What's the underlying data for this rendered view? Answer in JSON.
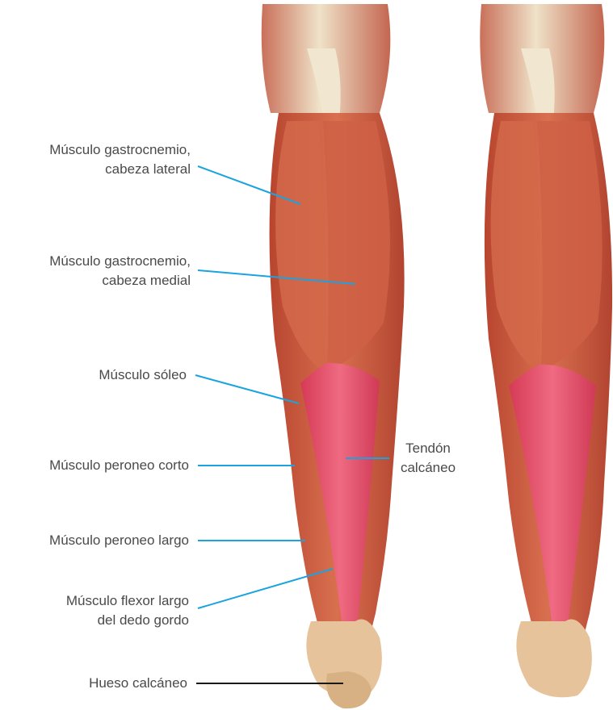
{
  "colors": {
    "leader_line": "#1aa3e0",
    "bone_leader_line": "#1a1a1a",
    "muscle": "#c9563f",
    "muscle_light": "#d97a5e",
    "tendon": "#e0405e",
    "bone": "#e8c9a0",
    "text": "#4a4a4a"
  },
  "labels": [
    {
      "id": "gastrocnemius-lateral",
      "lines": [
        "Músculo gastrocnemio,",
        "cabeza lateral"
      ],
      "leader": "blue"
    },
    {
      "id": "gastrocnemius-medial",
      "lines": [
        "Músculo gastrocnemio,",
        "cabeza medial"
      ],
      "leader": "blue"
    },
    {
      "id": "soleus",
      "lines": [
        "Músculo sóleo"
      ],
      "leader": "blue"
    },
    {
      "id": "peroneus-brevis",
      "lines": [
        "Músculo peroneo corto"
      ],
      "leader": "blue"
    },
    {
      "id": "peroneus-longus",
      "lines": [
        "Músculo peroneo largo"
      ],
      "leader": "blue"
    },
    {
      "id": "flexor-hallucis-longus",
      "lines": [
        "Músculo flexor largo",
        "del dedo gordo"
      ],
      "leader": "blue"
    },
    {
      "id": "calcaneus",
      "lines": [
        "Hueso calcáneo"
      ],
      "leader": "black"
    },
    {
      "id": "achilles-tendon",
      "lines": [
        "Tendón",
        "calcáneo"
      ],
      "leader": "blue"
    }
  ]
}
